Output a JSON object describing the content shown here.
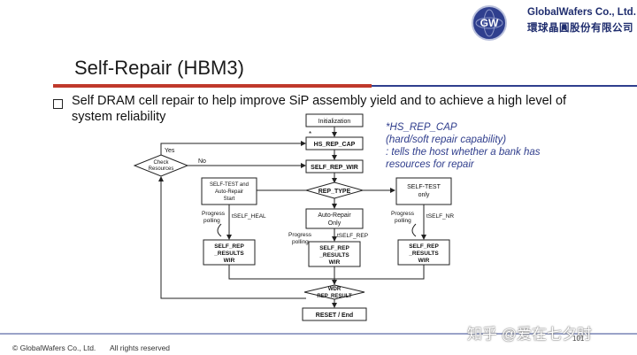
{
  "header": {
    "company_en": "GlobalWafers Co., Ltd.",
    "company_zh": "環球晶圓股份有限公司",
    "logo_text": "GW"
  },
  "slide": {
    "title": "Self-Repair (HBM3)",
    "bullet": "Self DRAM cell repair to help improve SiP assembly yield and to achieve a high level of system reliability"
  },
  "diagram": {
    "init": "Initialization",
    "hs_rep_cap": "HS_REP_CAP",
    "star": "*",
    "self_rep_wir": "SELF_REP_WIR",
    "rep_type": "REP_TYPE",
    "check_resources": [
      "Check",
      "Resources"
    ],
    "yes": "Yes",
    "no": "No",
    "left_box": [
      "SELF-TEST and",
      "Auto-Repair",
      "Start"
    ],
    "mid_box": [
      "Auto-Repair",
      "Only"
    ],
    "right_box": [
      "SELF-TEST",
      "only"
    ],
    "progress_polling": [
      "Progress",
      "polling"
    ],
    "tself_heal": "tSELF_HEAL",
    "tself_rep": "tSELF_REP",
    "tself_nr": "tSELF_NR",
    "results_box": [
      "SELF_REP",
      "_RESULTS",
      "WIR"
    ],
    "wdr": [
      "WDR",
      "REP_RESULT"
    ],
    "end": "RESET / End"
  },
  "note": {
    "lines": [
      "*HS_REP_CAP",
      "(hard/soft repair capability)",
      ": tells the host whether a bank has",
      "resources for repair"
    ]
  },
  "footer": {
    "copyright": "© GlobalWafers Co., Ltd.",
    "rights": "All rights reserved",
    "watermark": "知乎 @爱在七夕时",
    "page": "101"
  },
  "colors": {
    "accent_red": "#c0392b",
    "brand_blue": "#2f3f8e",
    "note_blue": "#2f3d8c"
  }
}
